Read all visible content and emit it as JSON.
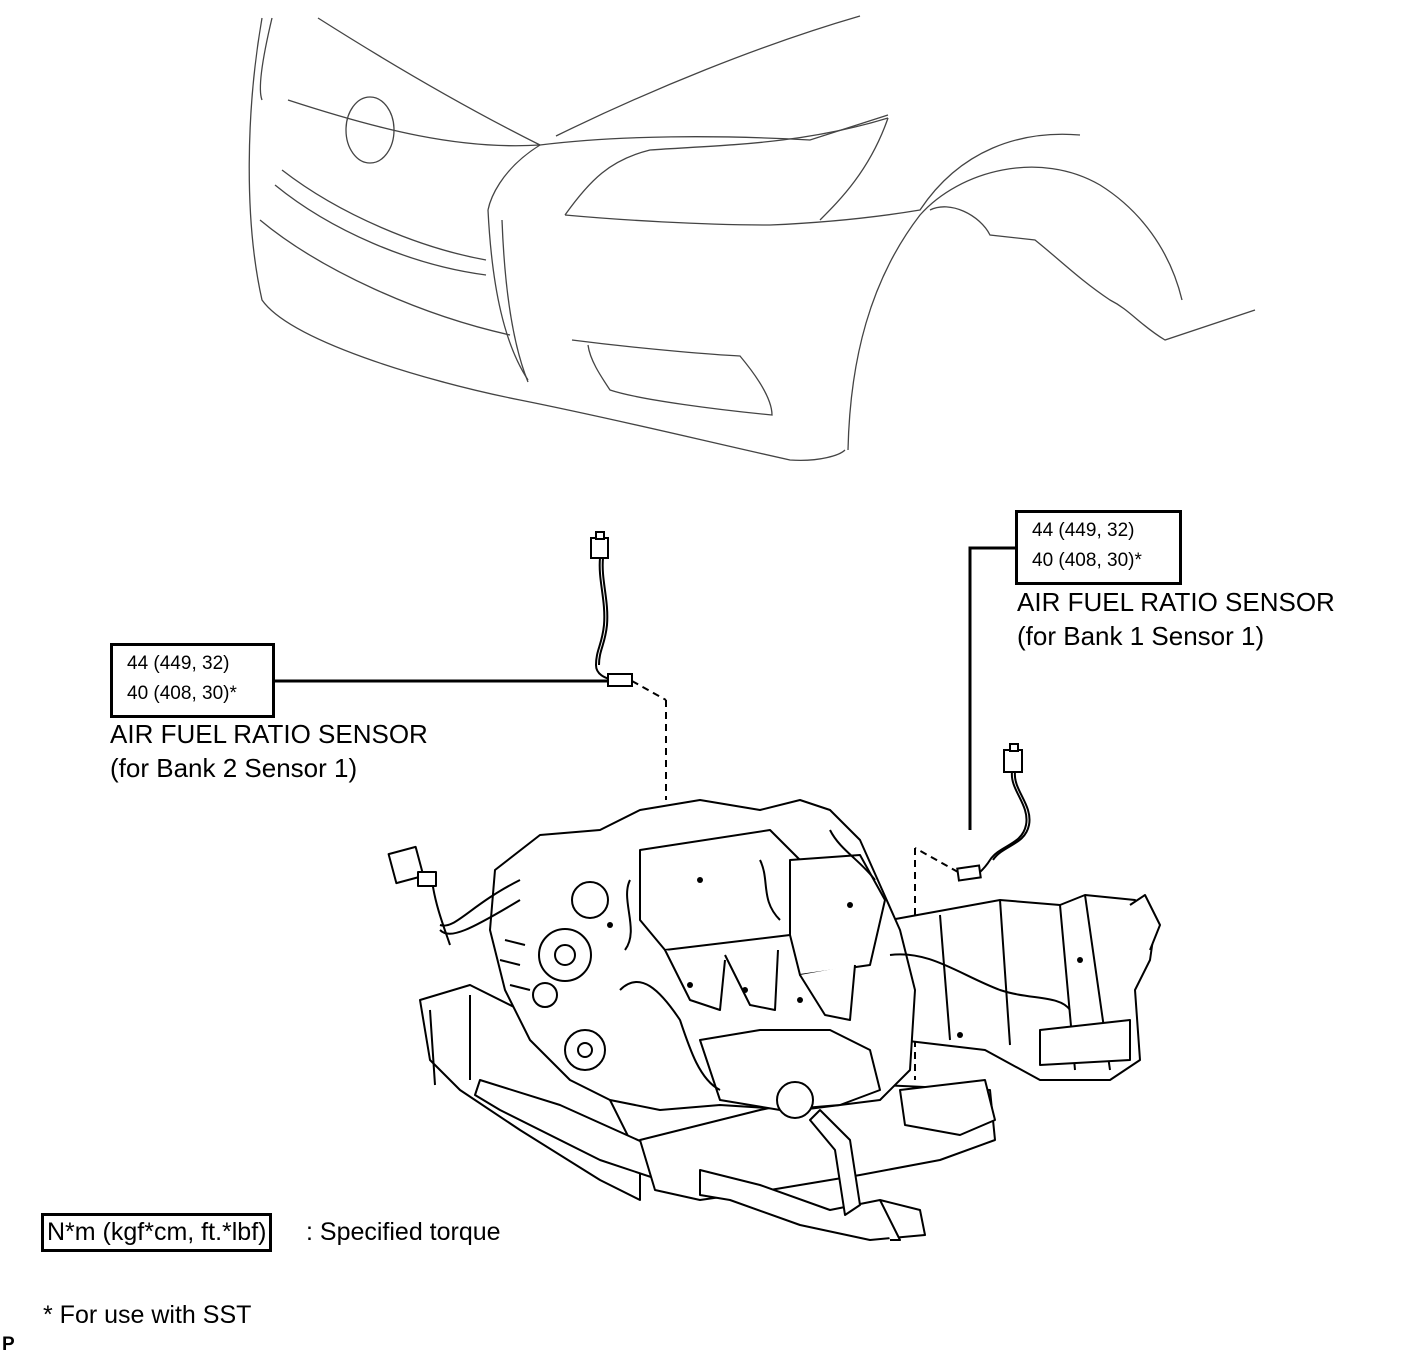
{
  "sensor_bank1": {
    "torque_line1": "44 (449, 32)",
    "torque_line2": "40 (408, 30)*",
    "name": "AIR FUEL RATIO SENSOR",
    "location": "(for Bank 1 Sensor 1)"
  },
  "sensor_bank2": {
    "torque_line1": "44 (449, 32)",
    "torque_line2": "40 (408, 30)*",
    "name": "AIR FUEL RATIO SENSOR",
    "location": "(for Bank 2 Sensor 1)"
  },
  "legend": {
    "unit": "N*m (kgf*cm, ft.*lbf)",
    "meaning": ": Specified torque"
  },
  "footnote": "* For use with SST",
  "ref_mark": "P"
}
